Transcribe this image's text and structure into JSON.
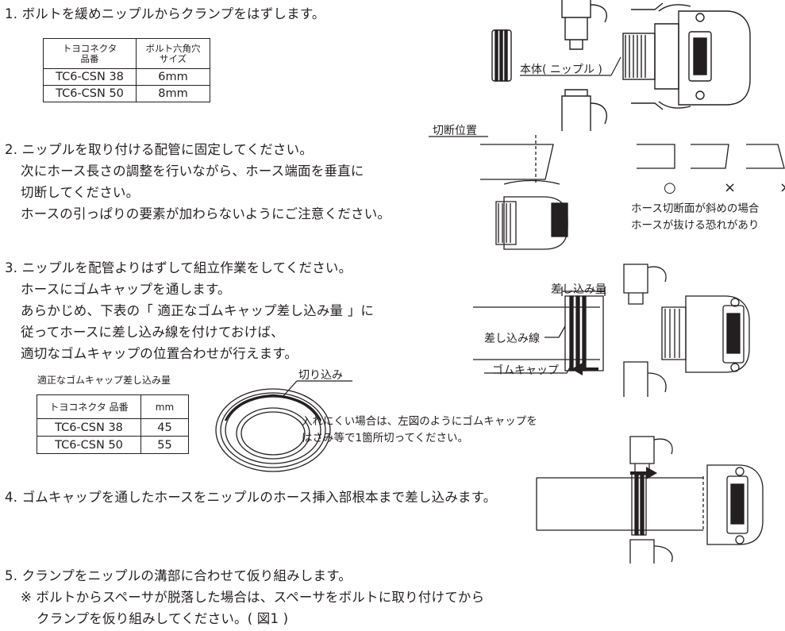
{
  "steps": [
    {
      "num": "1.",
      "lines": [
        "ボルトを緩めニップルからクランプをはずします。"
      ]
    },
    {
      "num": "2.",
      "lines": [
        "ニップルを取り付ける配管に固定してください。",
        "次にホース長さの調整を行いながら、ホース端面を垂直に",
        "切断してください。",
        "ホースの引っぱりの要素が加わらないようにご注意ください。"
      ]
    },
    {
      "num": "3.",
      "lines": [
        "ニップルを配管よりはずして組立作業をしてください。",
        "ホースにゴムキャップを通します。",
        "あらかじめ、下表の「 適正なゴムキャップ差し込み量 」に",
        "従ってホースに差し込み線を付けておけば、",
        "適切なゴムキャップの位置合わせが行えます。"
      ]
    },
    {
      "num": "4.",
      "lines": [
        "ゴムキャップを通したホースをニップルのホース挿入部根本まで差し込みます。"
      ]
    },
    {
      "num": "5.",
      "lines": [
        "クランプをニップルの溝部に合わせて仮り組みします。",
        "※ ボルトからスペーサが脱落した場合は、スペーサをボルトに取り付けてから",
        "クランプを仮り組みしてください。( 図1 )"
      ]
    }
  ],
  "table1": {
    "headers": [
      [
        "トヨコネクタ",
        "品番"
      ],
      [
        "ボルト六角穴",
        "サイズ"
      ]
    ],
    "rows": [
      [
        "TC6-CSN 38",
        "6mm"
      ],
      [
        "TC6-CSN 50",
        "8mm"
      ]
    ]
  },
  "table2": {
    "caption": "適正なゴムキャップ差し込み量",
    "headers": [
      "トヨコネクタ 品番",
      "mm"
    ],
    "rows": [
      [
        "TC6-CSN 38",
        "45"
      ],
      [
        "TC6-CSN 50",
        "55"
      ]
    ]
  },
  "fig1": {
    "label": "本体( ニップル )"
  },
  "fig2": {
    "cut_label": "切断位置",
    "mark_ok": "○",
    "mark_ng1": "×",
    "mark_ng2": "×",
    "note_lines": [
      "ホース切断面が斜めの場合",
      "ホースが抜ける恐れがあり"
    ]
  },
  "fig3": {
    "insert_amount": "差し込み量",
    "insert_line": "差し込み線",
    "rubber_cap": "ゴムキャップ"
  },
  "fig4": {
    "notch": "切り込み",
    "note_lines": [
      "入れにくい場合は、左図のようにゴムキャップを",
      "はさみ等で1箇所切ってください。"
    ]
  }
}
